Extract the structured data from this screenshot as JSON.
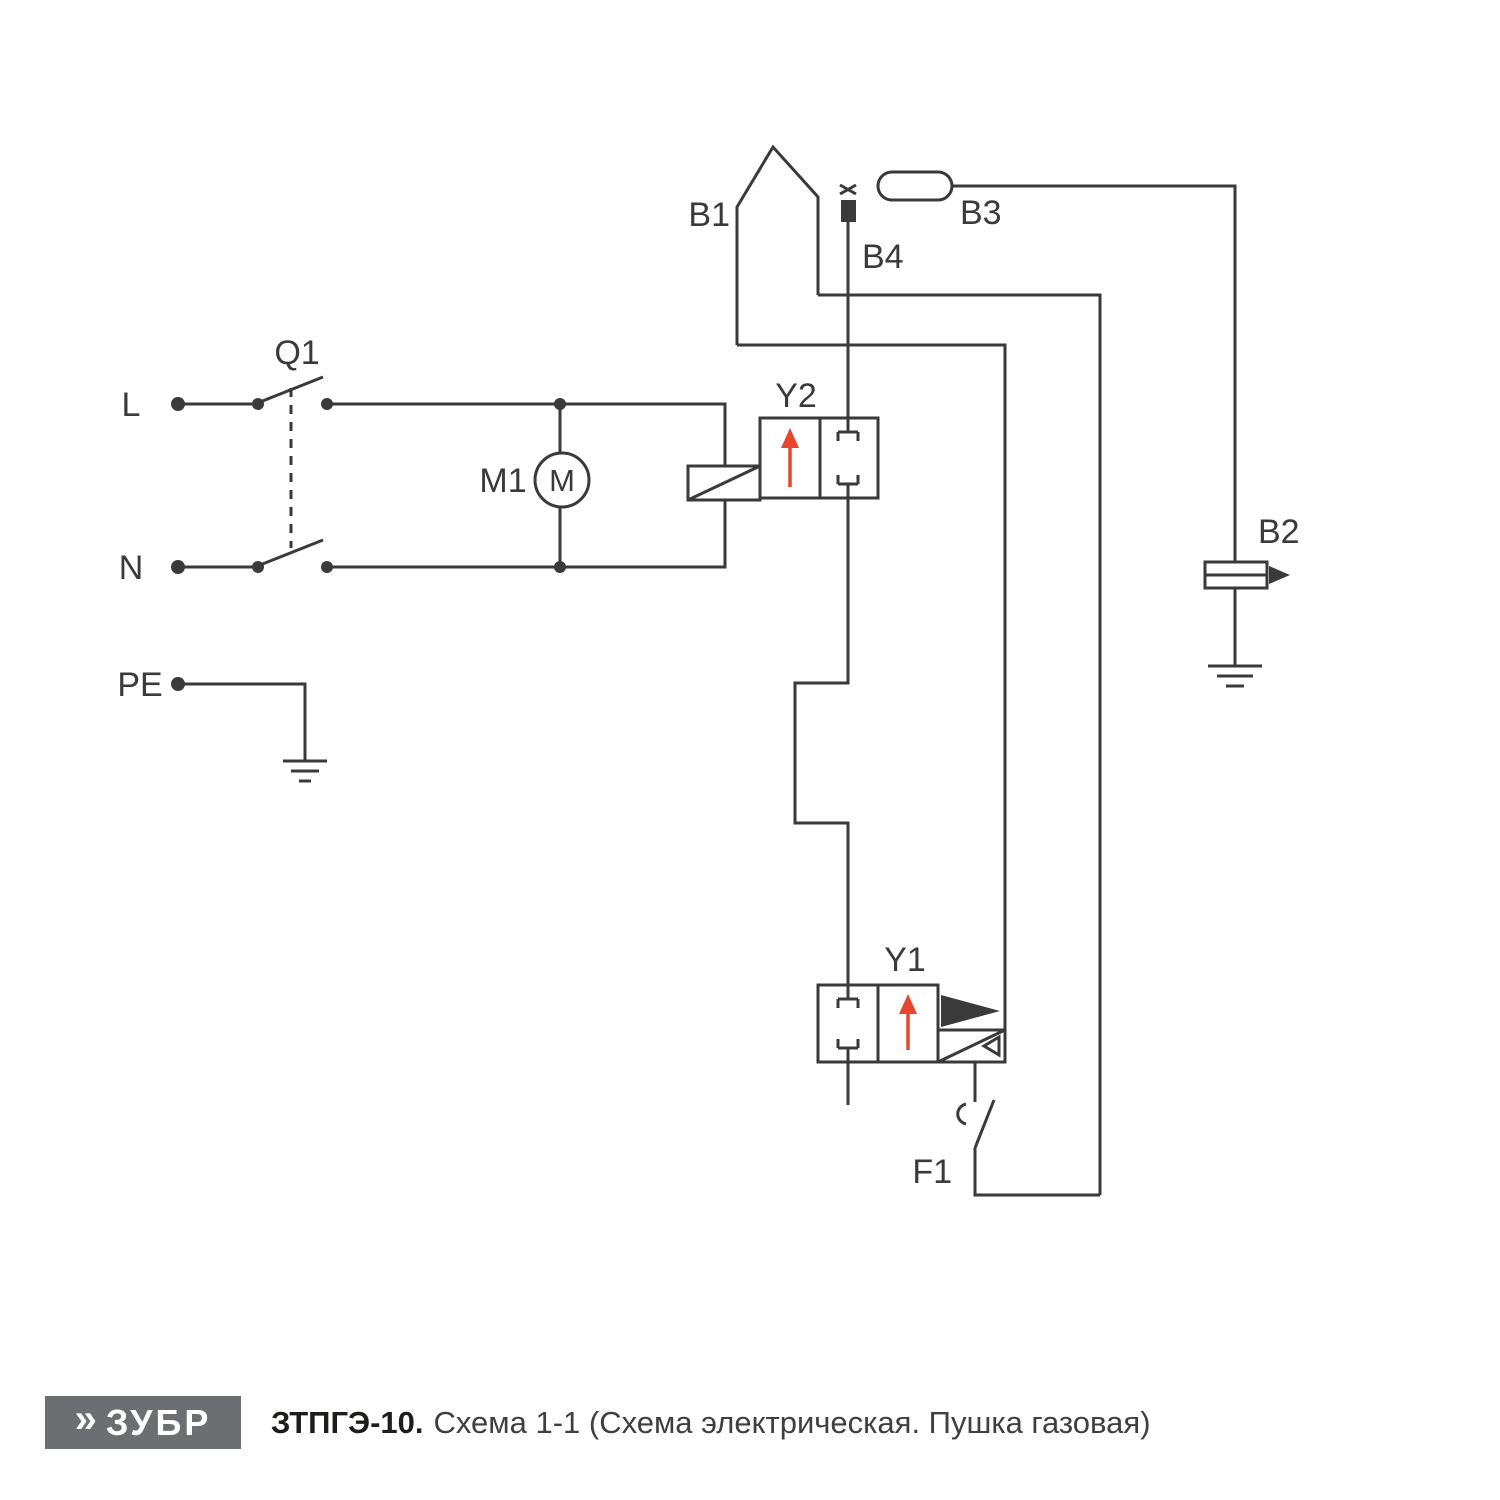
{
  "colors": {
    "background": "#ffffff",
    "line": "#3a3a3a",
    "accent_red": "#e8442e",
    "logo_bg": "#6d6e71",
    "logo_fg": "#ffffff",
    "title_dark": "#1d1d1b",
    "title_gray": "#3f3f3f"
  },
  "schematic": {
    "labels": {
      "l_terminal": "L",
      "n_terminal": "N",
      "pe_terminal": "PE",
      "q1": "Q1",
      "m1": "M1",
      "motor_letter": "M",
      "y2": "Y2",
      "y1": "Y1",
      "b1": "B1",
      "b2": "B2",
      "b3": "B3",
      "b4": "B4",
      "f1": "F1"
    }
  },
  "footer": {
    "logo_icon": "»",
    "logo_text": "ЗУБР",
    "model": "ЗТПГЭ-10.",
    "caption": "Схема 1-1 (Схема электрическая. Пушка газовая)"
  }
}
